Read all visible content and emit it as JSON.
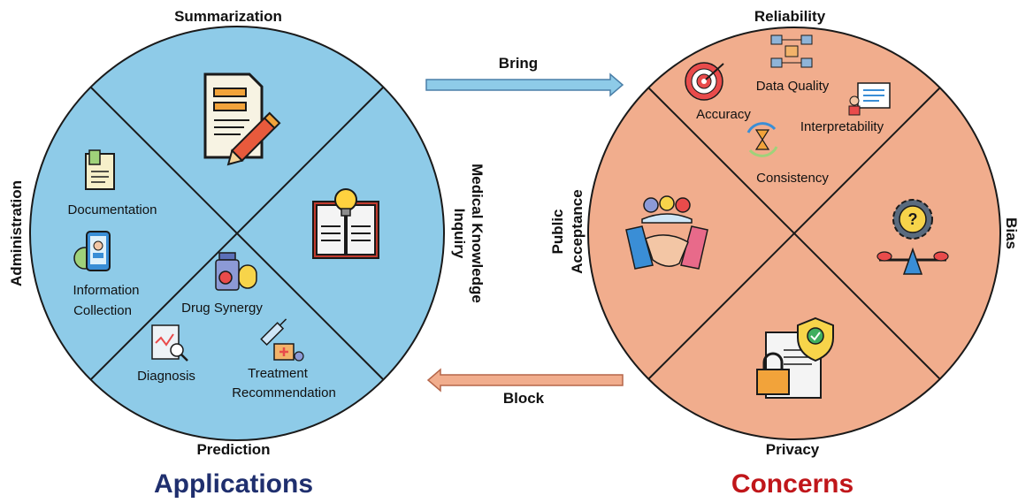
{
  "colors": {
    "applications_fill": "#8ecbe8",
    "concerns_fill": "#f1ad8d",
    "applications_title": "#1f2f6e",
    "concerns_title": "#c0161a",
    "bring_arrow": "#8ecbe8",
    "block_arrow": "#f1ad8d",
    "outline": "#1a1a1a"
  },
  "applications": {
    "title": "Applications",
    "sections": {
      "top": "Summarization",
      "left": "Administration",
      "right_line1": "Medical Knowledge",
      "right_line2": "Inquiry",
      "bottom": "Prediction"
    },
    "items": {
      "documentation": "Documentation",
      "information_collection_line1": "Information",
      "information_collection_line2": "Collection",
      "drug_synergy": "Drug Synergy",
      "diagnosis": "Diagnosis",
      "treatment_line1": "Treatment",
      "treatment_line2": "Recommendation"
    },
    "icons": [
      "document-pencil-icon",
      "book-lightbulb-icon",
      "clipboard-icon",
      "phone-profile-icon",
      "pill-bottle-icon",
      "clipboard-magnifier-icon",
      "syringe-icon"
    ]
  },
  "concerns": {
    "title": "Concerns",
    "sections": {
      "top": "Reliability",
      "left_line1": "Public",
      "left_line2": "Acceptance",
      "right": "Bias",
      "bottom": "Privacy"
    },
    "items": {
      "data_quality": "Data Quality",
      "accuracy": "Accuracy",
      "interpretability": "Interpretability",
      "consistency": "Consistency"
    },
    "icons": [
      "target-icon",
      "data-nodes-icon",
      "presentation-icon",
      "hourglass-cycle-icon",
      "handshake-group-icon",
      "gear-scale-icon",
      "shield-lock-icon"
    ]
  },
  "arrows": {
    "bring": "Bring",
    "block": "Block"
  }
}
